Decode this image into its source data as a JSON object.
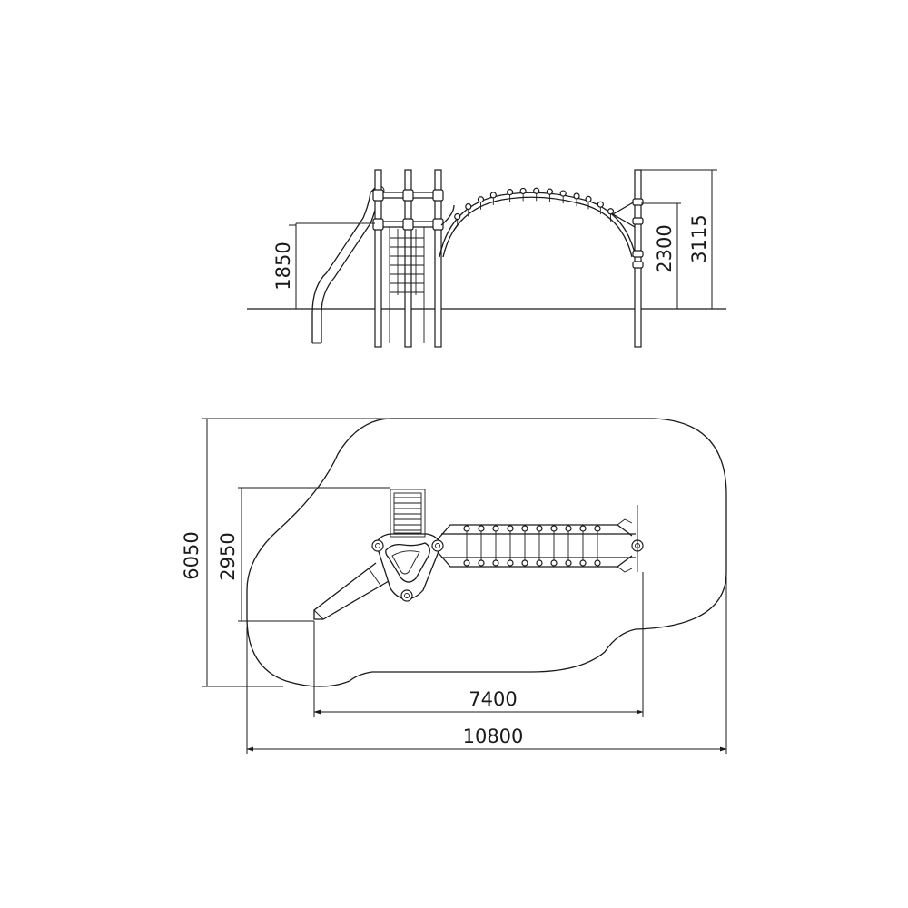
{
  "elevation_view": {
    "dimensions": {
      "platform_height": "1850",
      "bar_height": "2300",
      "total_height": "3115"
    }
  },
  "plan_view": {
    "dimensions": {
      "safety_zone_depth": "6050",
      "equipment_depth": "2950",
      "equipment_length": "7400",
      "safety_zone_length": "10800"
    }
  }
}
